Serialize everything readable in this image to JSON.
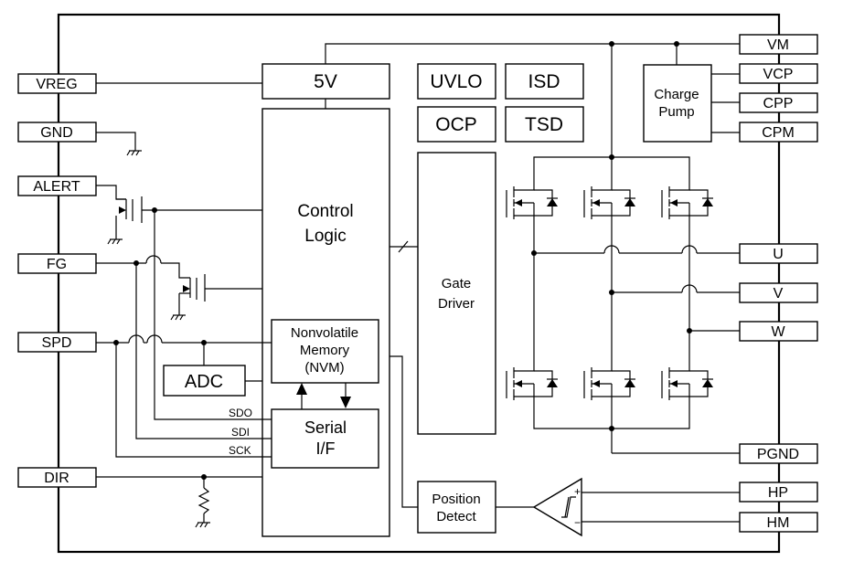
{
  "pins": {
    "left": {
      "vreg": "VREG",
      "gnd": "GND",
      "alert": "ALERT",
      "fg": "FG",
      "spd": "SPD",
      "dir": "DIR"
    },
    "right": {
      "vm": "VM",
      "vcp": "VCP",
      "cpp": "CPP",
      "cpm": "CPM",
      "u": "U",
      "v": "V",
      "w": "W",
      "pgnd": "PGND",
      "hp": "HP",
      "hm": "HM"
    }
  },
  "blocks": {
    "five_v": "5V",
    "uvlo": "UVLO",
    "isd": "ISD",
    "ocp": "OCP",
    "tsd": "TSD",
    "charge_pump": [
      "Charge",
      "Pump"
    ],
    "control_logic": [
      "Control",
      "Logic"
    ],
    "gate_driver": [
      "Gate",
      "Driver"
    ],
    "nvm": [
      "Nonvolatile",
      "Memory",
      "(NVM)"
    ],
    "adc": "ADC",
    "serial_if": [
      "Serial",
      "I/F"
    ],
    "position_detect": [
      "Position",
      "Detect"
    ]
  },
  "signals": {
    "sdo": "SDO",
    "sdi": "SDI",
    "sck": "SCK"
  },
  "comparator": {
    "plus": "+",
    "minus": "−"
  }
}
